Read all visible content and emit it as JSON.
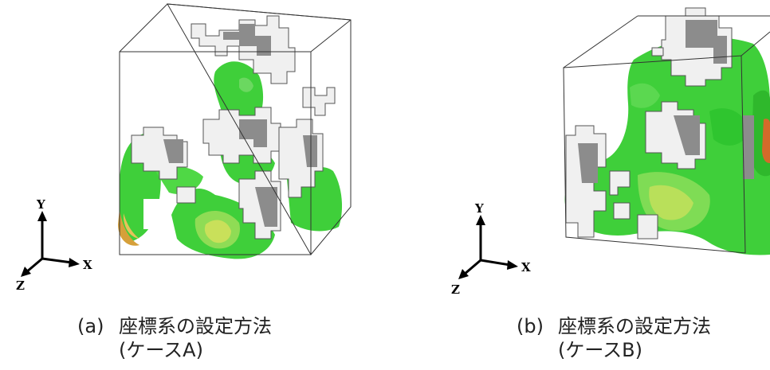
{
  "axes": {
    "y": "Y",
    "x": "X",
    "z": "Z"
  },
  "panels": [
    {
      "tag": "(a)",
      "caption_line1": "座標系の設定方法",
      "caption_line2": "(ケースA)"
    },
    {
      "tag": "(b)",
      "caption_line1": "座標系の設定方法",
      "caption_line2": "(ケースB)"
    }
  ],
  "colors": {
    "flow_green": "#33cc33",
    "flow_light": "#7ee06a",
    "hot_spot": "#e8a030",
    "solid_light": "#f2f2f2",
    "solid_dark": "#8a8a8a",
    "frame": "#333333"
  }
}
